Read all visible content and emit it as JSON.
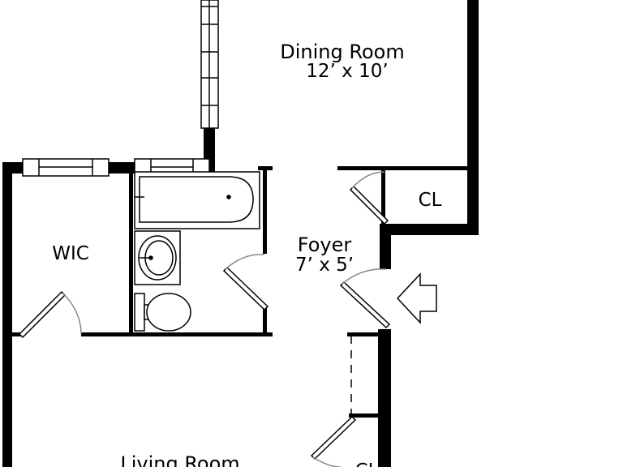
{
  "floorplan": {
    "rooms": {
      "dining": {
        "name": "Dining Room",
        "size": "12’ x 10’"
      },
      "foyer": {
        "name": "Foyer",
        "size": "7’ x 5’"
      },
      "wic": {
        "name": "WIC"
      },
      "closet_top": {
        "name": "CL"
      },
      "living": {
        "name": "Living Room"
      },
      "closet_bottom": {
        "name": "CL"
      }
    },
    "colors": {
      "wall": "#000000",
      "door_swing": "#888888",
      "background": "#ffffff"
    }
  }
}
